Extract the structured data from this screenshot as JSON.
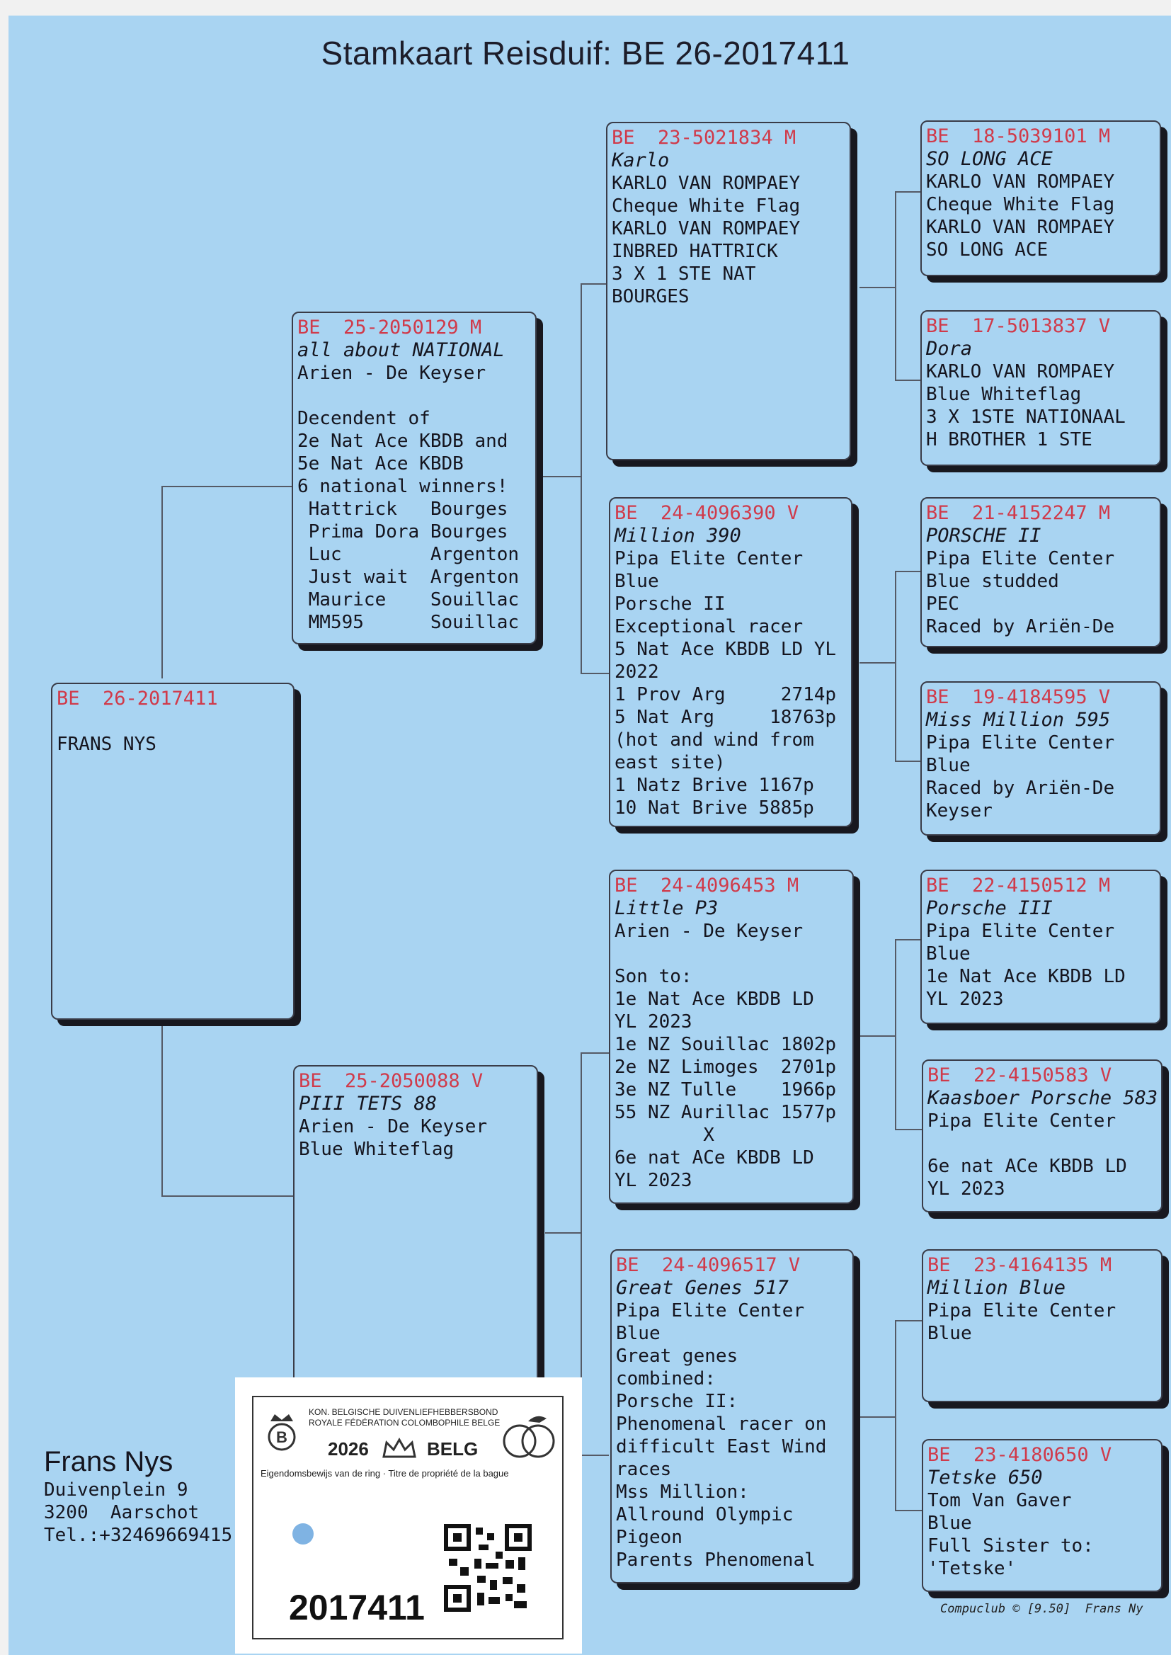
{
  "title": "Stamkaart Reisduif: BE  26-2017411",
  "subject": {
    "ring": "BE  26-2017411",
    "lines": [
      "",
      "FRANS NYS"
    ]
  },
  "sire": {
    "ring": "BE  25-2050129 M",
    "name": "all about NATIONAL",
    "lines": [
      "Arien - De Keyser",
      "",
      "Decendent of",
      "2e Nat Ace KBDB and",
      "5e Nat Ace KBDB",
      "6 national winners!",
      " Hattrick   Bourges",
      " Prima Dora Bourges",
      " Luc        Argenton",
      " Just wait  Argenton",
      " Maurice    Souillac",
      " MM595      Souillac"
    ]
  },
  "dam": {
    "ring": "BE  25-2050088 V",
    "name": "PIII TETS 88",
    "lines": [
      "Arien - De Keyser",
      "Blue Whiteflag"
    ]
  },
  "sire_sire": {
    "ring": "BE  23-5021834 M",
    "name": "Karlo",
    "lines": [
      "KARLO VAN ROMPAEY",
      "Cheque White Flag",
      "KARLO VAN ROMPAEY",
      "INBRED HATTRICK",
      "3 X 1 STE NAT",
      "BOURGES"
    ]
  },
  "sire_dam": {
    "ring": "BE  24-4096390 V",
    "name": "Million 390",
    "lines": [
      "Pipa Elite Center",
      "Blue",
      "Porsche II",
      "Exceptional racer",
      "5 Nat Ace KBDB LD YL",
      "2022",
      "1 Prov Arg     2714p",
      "5 Nat Arg     18763p",
      "(hot and wind from",
      "east site)",
      "1 Natz Brive 1167p",
      "10 Nat Brive 5885p"
    ]
  },
  "dam_sire": {
    "ring": "BE  24-4096453 M",
    "name": "Little P3",
    "lines": [
      "Arien - De Keyser",
      "",
      "Son to:",
      "1e Nat Ace KBDB LD",
      "YL 2023",
      "1e NZ Souillac 1802p",
      "2e NZ Limoges  2701p",
      "3e NZ Tulle    1966p",
      "55 NZ Aurillac 1577p",
      "        X",
      "6e nat ACe KBDB LD",
      "YL 2023"
    ]
  },
  "dam_dam": {
    "ring": "BE  24-4096517 V",
    "name": "Great Genes 517",
    "lines": [
      "Pipa Elite Center",
      "Blue",
      "Great genes",
      "combined:",
      "Porsche II:",
      "Phenomenal racer on",
      "difficult East Wind",
      "races",
      "Mss Million:",
      "Allround Olympic",
      "Pigeon",
      "Parents Phenomenal"
    ]
  },
  "ggp": [
    {
      "ring": "BE  18-5039101 M",
      "name": "SO LONG ACE",
      "lines": [
        "KARLO VAN ROMPAEY",
        "Cheque White Flag",
        "KARLO VAN ROMPAEY",
        "SO LONG ACE"
      ]
    },
    {
      "ring": "BE  17-5013837 V",
      "name": "Dora",
      "lines": [
        "KARLO VAN ROMPAEY",
        "Blue Whiteflag",
        "3 X 1STE NATIONAAL",
        "H BROTHER 1 STE"
      ]
    },
    {
      "ring": "BE  21-4152247 M",
      "name": "PORSCHE II",
      "lines": [
        "Pipa Elite Center",
        "Blue studded",
        "PEC",
        "Raced by Ariën-De"
      ]
    },
    {
      "ring": "BE  19-4184595 V",
      "name": "Miss Million 595",
      "lines": [
        "Pipa Elite Center",
        "Blue",
        "Raced by Ariën-De",
        "Keyser"
      ]
    },
    {
      "ring": "BE  22-4150512 M",
      "name": "Porsche III",
      "lines": [
        "Pipa Elite Center",
        "Blue",
        "1e Nat Ace KBDB LD",
        "YL 2023"
      ]
    },
    {
      "ring": "BE  22-4150583 V",
      "name": "Kaasboer Porsche 583",
      "lines": [
        "Pipa Elite Center",
        "",
        "6e nat ACe KBDB LD",
        "YL 2023"
      ]
    },
    {
      "ring": "BE  23-4164135 M",
      "name": "Million Blue",
      "lines": [
        "Pipa Elite Center",
        "Blue"
      ]
    },
    {
      "ring": "BE  23-4180650 V",
      "name": "Tetske 650",
      "lines": [
        "Tom Van Gaver",
        "Blue",
        "Full Sister to:",
        "'Tetske'"
      ]
    }
  ],
  "owner": {
    "name": "Frans Nys",
    "street": "Duivenplein 9",
    "city": "3200  Aarschot",
    "phone": "Tel.:+32469669415"
  },
  "ring_card": {
    "bond_nl": "KON. BELGISCHE DUIVENLIEFHEBBERSBOND",
    "bond_fr": "ROYALE FÉDÉRATION COLOMBOPHILE BELGE",
    "year": "2026",
    "country": "BELG",
    "certificate": "Eigendomsbewijs van de ring · Titre de propriété de la bague",
    "number": "2017411"
  },
  "footer": "Compuclub © [9.50]  Frans Ny",
  "colors": {
    "background": "#a9d4f2",
    "ring_text": "#d03a4a",
    "text": "#15151f"
  },
  "icons": [
    "crown-logo-icon",
    "pigeon-globe-logo-icon",
    "qr-code-icon"
  ]
}
